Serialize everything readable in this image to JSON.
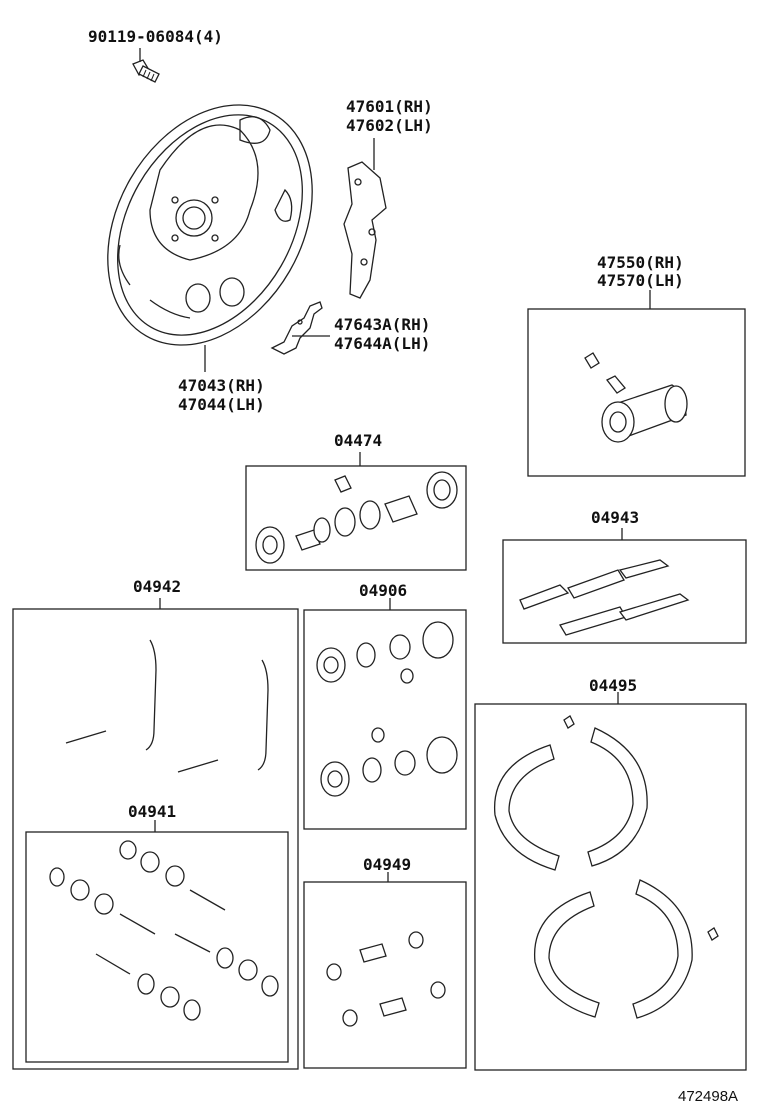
{
  "labels": {
    "bolt": "90119-06084(4)",
    "shoe_anchor_rh": "47601(RH)",
    "shoe_anchor_lh": "47602(LH)",
    "wheel_cyl_rh": "47550(RH)",
    "wheel_cyl_lh": "47570(LH)",
    "lever_rh": "47643A(RH)",
    "lever_lh": "47644A(LH)",
    "backing_plate_rh": "47043(RH)",
    "backing_plate_lh": "47044(LH)",
    "kit_04474": "04474",
    "kit_04943": "04943",
    "kit_04942": "04942",
    "kit_04906": "04906",
    "kit_04495": "04495",
    "kit_04941": "04941",
    "kit_04949": "04949"
  },
  "figure_number": "472498A"
}
